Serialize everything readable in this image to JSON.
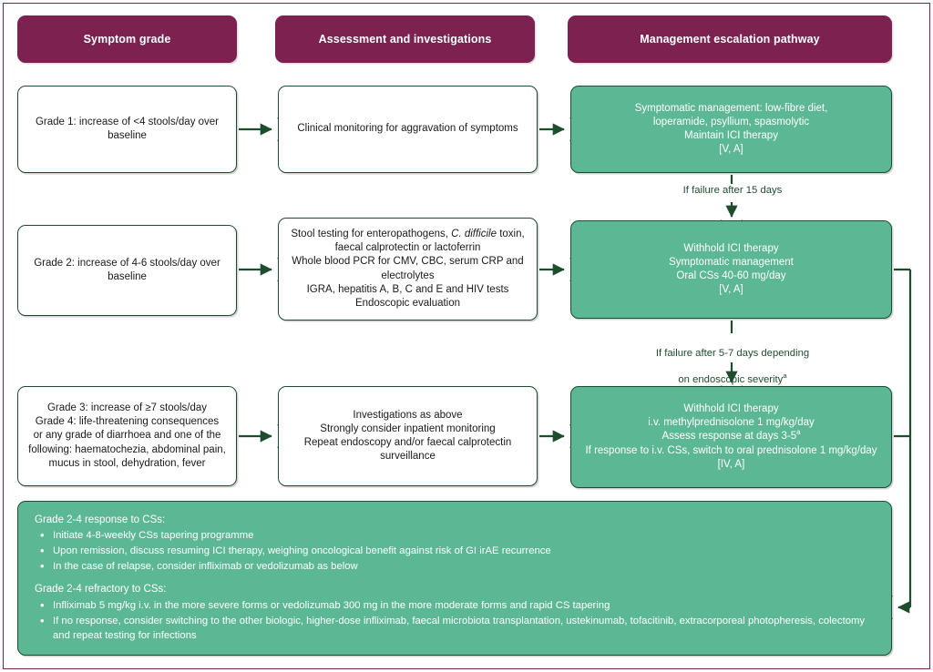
{
  "figure": {
    "accent_maroon": "#7d2150",
    "accent_green": "#5cb894",
    "line_dark_green": "#1d4d2d",
    "frame_color": "#7b2150"
  },
  "headers": [
    {
      "label": "Symptom grade"
    },
    {
      "label": "Assessment and investigations"
    },
    {
      "label": "Management escalation pathway"
    }
  ],
  "rows": [
    {
      "id": "grade-1",
      "symptom": "Grade 1: increase of <4 stools/day over baseline",
      "assessment": "Clinical monitoring for aggravation of symptoms",
      "management": "Symptomatic management: low-fibre diet,\nloperamide, psyllium, spasmolytic\nMaintain ICI therapy\n[V, A]"
    },
    {
      "id": "grade-2",
      "symptom": "Grade 2: increase of 4-6 stools/day over baseline",
      "assessment_lines": [
        "Stool testing for enteropathogens, C. difficile toxin,",
        "faecal calprotectin or lactoferrin",
        "Whole blood PCR for CMV, CBC, serum CRP and",
        "electrolytes",
        "IGRA, hepatitis A, B, C and E and HIV tests",
        "Endoscopic evaluation"
      ],
      "assessment_italic_term": "C. difficile",
      "management": "Withhold ICI therapy\nSymptomatic management\nOral CSs 40-60 mg/day\n[V, A]"
    },
    {
      "id": "grade-3-4",
      "symptom": "Grade 3: increase of ≥7 stools/day\nGrade 4: life-threatening consequences\nor any grade of diarrhoea and one of the\nfollowing: haematochezia, abdominal pain,\nmucus in stool, dehydration, fever",
      "assessment": "Investigations as above\nStrongly consider inpatient monitoring\nRepeat endoscopy and/or faecal calprotectin\nsurveillance",
      "management_lines": [
        "Withhold ICI therapy",
        "i.v. methylprednisolone 1 mg/kg/day",
        "Assess response at days 3-5",
        "If response to i.v. CSs, switch to oral prednisolone 1 mg/kg/day",
        "[IV, A]"
      ],
      "management_superscript_line_index": 2,
      "management_superscript": "a"
    }
  ],
  "connectors": {
    "failure_15_days": "If failure after 15 days",
    "failure_5_7_days_line1": "If failure after 5-7 days depending",
    "failure_5_7_days_line2": "on endoscopic severity",
    "failure_5_7_days_superscript": "a"
  },
  "panel": {
    "response_heading": "Grade 2-4 response to CSs:",
    "response_items": [
      "Initiate 4-8-weekly CSs tapering programme",
      "Upon remission, discuss resuming ICI therapy, weighing oncological benefit against risk of GI irAE recurrence",
      "In the case of relapse, consider infliximab or vedolizumab as below"
    ],
    "refractory_heading": "Grade 2-4 refractory to CSs:",
    "refractory_items": [
      "Infliximab 5 mg/kg i.v. in the more severe forms or vedolizumab 300 mg in the more moderate forms and rapid CS tapering",
      "If no response, consider switching to the other biologic, higher-dose infliximab, faecal microbiota transplantation, ustekinumab, tofacitinib, extracorporeal photopheresis, colectomy and repeat testing for infections"
    ]
  }
}
